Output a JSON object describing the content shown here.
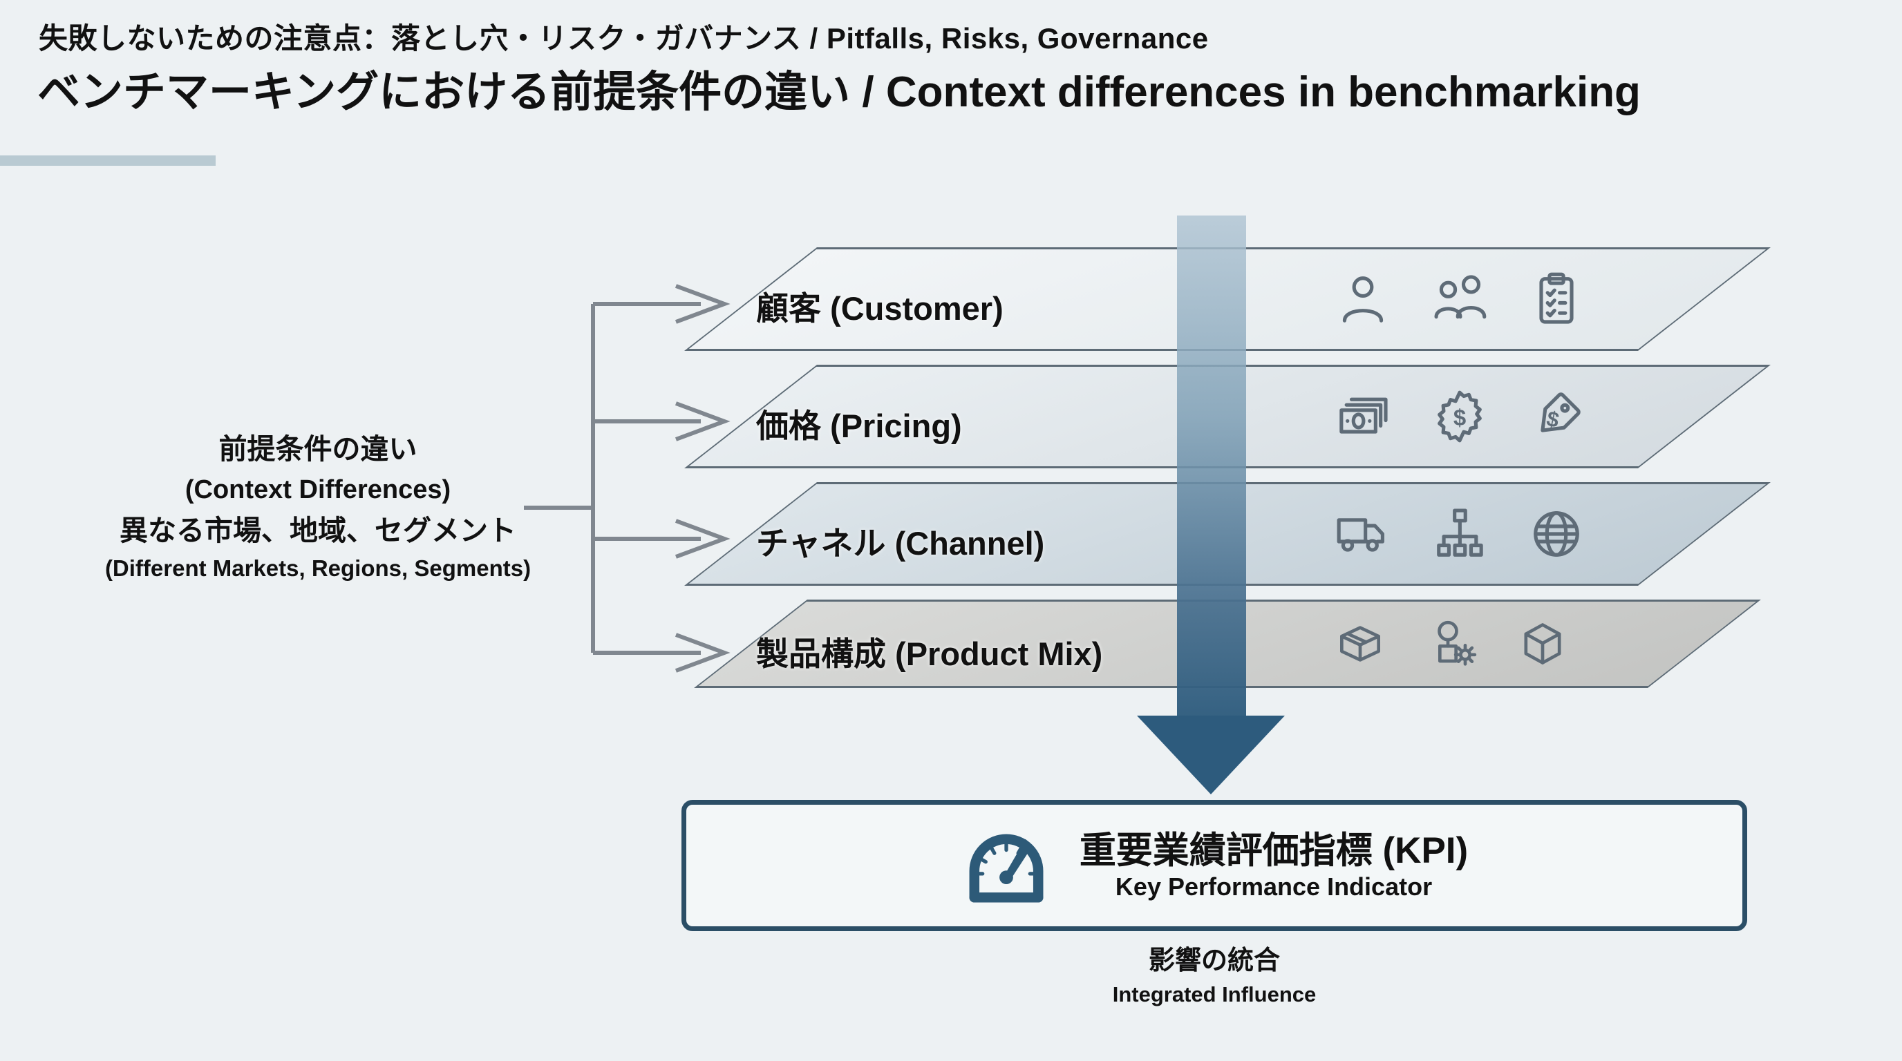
{
  "slide": {
    "background": "#edf1f3",
    "kicker": "失敗しないための注意点：落とし穴・リスク・ガバナンス / Pitfalls, Risks, Governance",
    "title": "ベンチマーキングにおける前提条件の違い / Context differences in benchmarking",
    "accent_bar_color": "#b9cad2"
  },
  "context_label": {
    "jp_title": "前提条件の違い",
    "en_title": "(Context Differences)",
    "jp_subtitle": "異なる市場、地域、セグメント",
    "en_subtitle": "(Different Markets, Regions, Segments)"
  },
  "layers": [
    {
      "label": "顧客 (Customer)",
      "fill": "#e8edf0",
      "icons": [
        "person-icon",
        "people-icon",
        "clipboard-checklist-icon"
      ]
    },
    {
      "label": "価格 (Pricing)",
      "fill": "#dde4e8",
      "icons": [
        "banknotes-icon",
        "badge-dollar-icon",
        "price-tag-icon"
      ]
    },
    {
      "label": "チャネル (Channel)",
      "fill": "#cbd6dd",
      "icons": [
        "truck-icon",
        "sitemap-icon",
        "globe-icon"
      ]
    },
    {
      "label": "製品構成 (Product Mix)",
      "fill": "#cccdcb",
      "icons": [
        "open-box-icon",
        "prototype-gear-icon",
        "cube-icon"
      ]
    }
  ],
  "connector": {
    "line_color": "#80878f"
  },
  "flow_arrow": {
    "gradient_top": "#aec3d2",
    "gradient_mid": "#5f85a3",
    "gradient_bottom": "#2d5b7d"
  },
  "kpi_box": {
    "jp": "重要業績評価指標 (KPI)",
    "en": "Key Performance Indicator",
    "border_color": "#2b4e66",
    "icon": "gauge-icon",
    "icon_color": "#2d5a78"
  },
  "caption": {
    "jp": "影響の統合",
    "en": "Integrated Influence"
  }
}
